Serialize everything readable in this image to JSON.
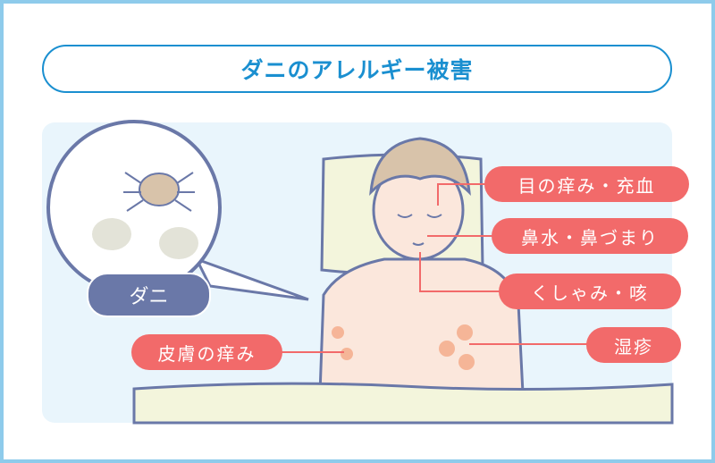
{
  "title": "ダニのアレルギー被害",
  "mite_label": "ダニ",
  "symptoms": {
    "eyes": "目の痒み・充血",
    "nose": "鼻水・鼻づまり",
    "sneeze": "くしゃみ・咳",
    "eczema": "湿疹",
    "skin": "皮膚の痒み"
  },
  "colors": {
    "title": "#1a8fd0",
    "label": "#f26a6a",
    "mite_badge": "#6a78a8",
    "panel": "#e9f5fc"
  }
}
